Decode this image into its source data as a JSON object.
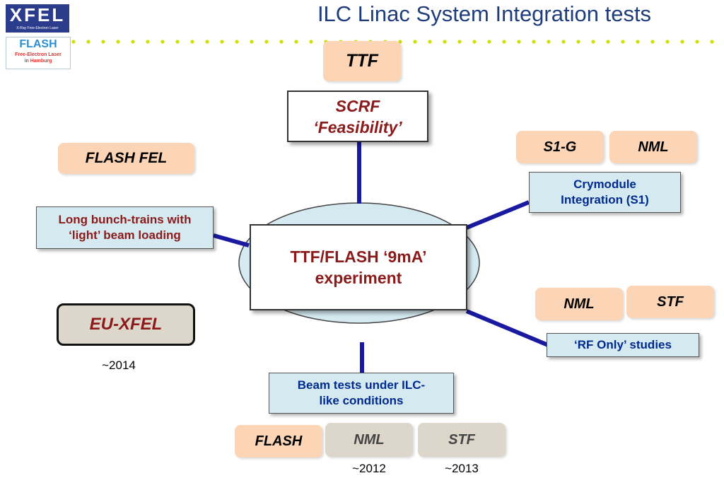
{
  "header": {
    "title": "ILC Linac System Integration tests",
    "logo_xfel": "XFEL",
    "logo_xfel_sub": "X-Ray Free-Electron Laser",
    "logo_flash": "FLASH",
    "logo_flash_sub1": "Free-Electron Laser",
    "logo_flash_sub2": "in Hamburg"
  },
  "diagram": {
    "center": {
      "line1": "TTF/FLASH ‘9mA’",
      "line2": "experiment"
    },
    "top": {
      "facility": "TTF",
      "line1": "SCRF",
      "line2": "‘Feasibility’"
    },
    "right_upper": {
      "facilities": [
        "S1-G",
        "NML"
      ],
      "line1": "Crymodule",
      "line2": "Integration (S1)"
    },
    "right_lower": {
      "facilities": [
        "NML",
        "STF"
      ],
      "label": "‘RF Only’ studies"
    },
    "bottom": {
      "line1": "Beam tests under ILC-",
      "line2": "like conditions",
      "facilities": [
        "FLASH",
        "NML",
        "STF"
      ],
      "years": [
        "~2012",
        "~2013"
      ]
    },
    "left": {
      "facility": "FLASH FEL",
      "line1": "Long bunch-trains with",
      "line2": "‘light’ beam loading"
    },
    "eu_xfel": {
      "label": "EU-XFEL",
      "year": "~2014"
    }
  },
  "colors": {
    "title": "#1f3d7a",
    "connector": "#1a1aa0",
    "peach": "#fbd5b5",
    "grey": "#ddd6cb",
    "box": "#d4eaf0",
    "ellipse": "#d4eaf0",
    "maroon": "#8b1a1a",
    "navy": "#002a8f",
    "dots": "#cfe000"
  }
}
